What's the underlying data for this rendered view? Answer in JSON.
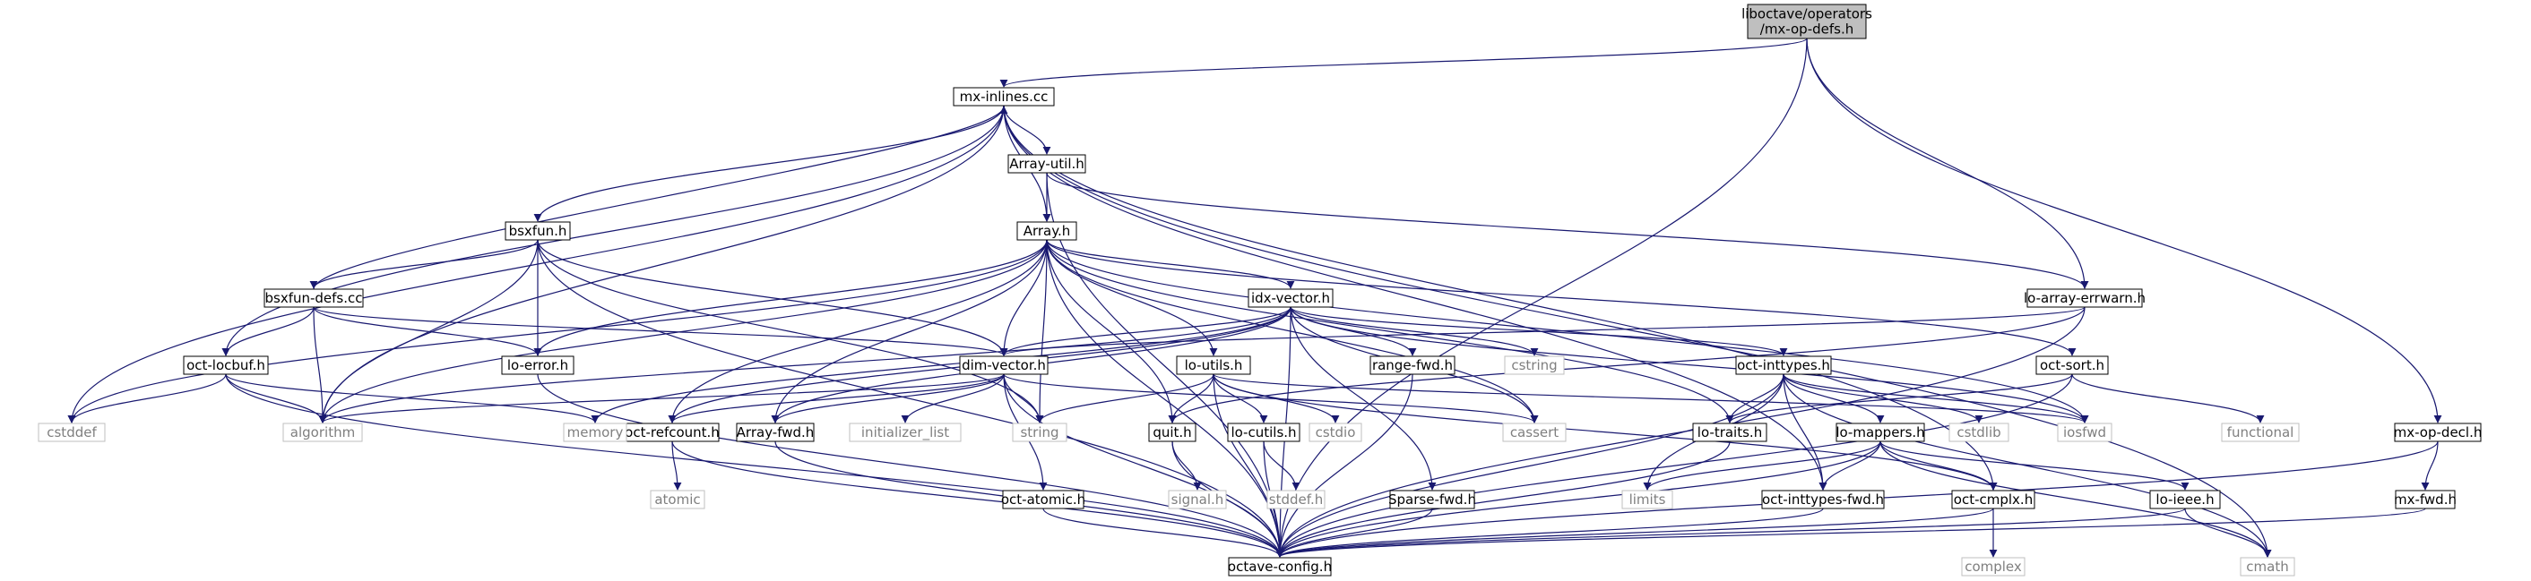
{
  "diagram": {
    "type": "include-dependency-graph",
    "colors": {
      "edge": "#191970",
      "node_border": "#000000",
      "system_border": "#bfbfbf",
      "root_fill": "#bfbfbf",
      "node_fill": "#ffffff",
      "system_text": "#7f7f7f",
      "text": "#000000"
    },
    "nodes": [
      {
        "id": "root",
        "label": "liboctave/operators\n/mx-op-defs.h",
        "kind": "root"
      },
      {
        "id": "mx-inlines",
        "label": "mx-inlines.cc",
        "kind": "file"
      },
      {
        "id": "array-util",
        "label": "Array-util.h",
        "kind": "file"
      },
      {
        "id": "bsxfun",
        "label": "bsxfun.h",
        "kind": "file"
      },
      {
        "id": "array",
        "label": "Array.h",
        "kind": "file"
      },
      {
        "id": "bsxfun-defs",
        "label": "bsxfun-defs.cc",
        "kind": "file"
      },
      {
        "id": "idx-vector",
        "label": "idx-vector.h",
        "kind": "file"
      },
      {
        "id": "lo-array-errwarn",
        "label": "lo-array-errwarn.h",
        "kind": "file"
      },
      {
        "id": "oct-locbuf",
        "label": "oct-locbuf.h",
        "kind": "file"
      },
      {
        "id": "lo-error",
        "label": "lo-error.h",
        "kind": "file"
      },
      {
        "id": "dim-vector",
        "label": "dim-vector.h",
        "kind": "file"
      },
      {
        "id": "lo-utils",
        "label": "lo-utils.h",
        "kind": "file"
      },
      {
        "id": "range-fwd",
        "label": "range-fwd.h",
        "kind": "file"
      },
      {
        "id": "oct-inttypes",
        "label": "oct-inttypes.h",
        "kind": "file"
      },
      {
        "id": "oct-sort",
        "label": "oct-sort.h",
        "kind": "file"
      },
      {
        "id": "mx-op-decl",
        "label": "mx-op-decl.h",
        "kind": "file"
      },
      {
        "id": "oct-refcount",
        "label": "oct-refcount.h",
        "kind": "file"
      },
      {
        "id": "array-fwd",
        "label": "Array-fwd.h",
        "kind": "file"
      },
      {
        "id": "quit",
        "label": "quit.h",
        "kind": "file"
      },
      {
        "id": "lo-cutils",
        "label": "lo-cutils.h",
        "kind": "file"
      },
      {
        "id": "lo-traits",
        "label": "lo-traits.h",
        "kind": "file"
      },
      {
        "id": "lo-mappers",
        "label": "lo-mappers.h",
        "kind": "file"
      },
      {
        "id": "mx-fwd",
        "label": "mx-fwd.h",
        "kind": "file"
      },
      {
        "id": "oct-atomic",
        "label": "oct-atomic.h",
        "kind": "file"
      },
      {
        "id": "sparse-fwd",
        "label": "Sparse-fwd.h",
        "kind": "file"
      },
      {
        "id": "oct-inttypes-fwd",
        "label": "oct-inttypes-fwd.h",
        "kind": "file"
      },
      {
        "id": "oct-cmplx",
        "label": "oct-cmplx.h",
        "kind": "file"
      },
      {
        "id": "lo-ieee",
        "label": "lo-ieee.h",
        "kind": "file"
      },
      {
        "id": "octave-config",
        "label": "octave-config.h",
        "kind": "file"
      },
      {
        "id": "cstddef",
        "label": "cstddef",
        "kind": "system"
      },
      {
        "id": "algorithm",
        "label": "algorithm",
        "kind": "system"
      },
      {
        "id": "memory",
        "label": "memory",
        "kind": "system"
      },
      {
        "id": "string",
        "label": "string",
        "kind": "system"
      },
      {
        "id": "initializer_list",
        "label": "initializer_list",
        "kind": "system"
      },
      {
        "id": "cstring",
        "label": "cstring",
        "kind": "system"
      },
      {
        "id": "cassert",
        "label": "cassert",
        "kind": "system"
      },
      {
        "id": "cstdio",
        "label": "cstdio",
        "kind": "system"
      },
      {
        "id": "iosfwd",
        "label": "iosfwd",
        "kind": "system"
      },
      {
        "id": "cstdlib",
        "label": "cstdlib",
        "kind": "system"
      },
      {
        "id": "functional",
        "label": "functional",
        "kind": "system"
      },
      {
        "id": "atomic",
        "label": "atomic",
        "kind": "system"
      },
      {
        "id": "signal",
        "label": "signal.h",
        "kind": "system"
      },
      {
        "id": "stddef",
        "label": "stddef.h",
        "kind": "system"
      },
      {
        "id": "limits",
        "label": "limits",
        "kind": "system"
      },
      {
        "id": "complex",
        "label": "complex",
        "kind": "system"
      },
      {
        "id": "cmath",
        "label": "cmath",
        "kind": "system"
      }
    ],
    "edges": [
      [
        "root",
        "mx-inlines"
      ],
      [
        "root",
        "lo-array-errwarn"
      ],
      [
        "root",
        "mx-op-decl"
      ],
      [
        "root",
        "octave-config"
      ],
      [
        "mx-inlines",
        "array-util"
      ],
      [
        "mx-inlines",
        "array"
      ],
      [
        "mx-inlines",
        "bsxfun"
      ],
      [
        "mx-inlines",
        "oct-locbuf"
      ],
      [
        "mx-inlines",
        "cstddef"
      ],
      [
        "mx-inlines",
        "algorithm"
      ],
      [
        "mx-inlines",
        "oct-cmplx"
      ],
      [
        "mx-inlines",
        "oct-inttypes-fwd"
      ],
      [
        "mx-inlines",
        "cmath"
      ],
      [
        "array-util",
        "array"
      ],
      [
        "array-util",
        "lo-array-errwarn"
      ],
      [
        "array-util",
        "octave-config"
      ],
      [
        "bsxfun",
        "bsxfun-defs"
      ],
      [
        "bsxfun",
        "lo-error"
      ],
      [
        "bsxfun",
        "dim-vector"
      ],
      [
        "bsxfun",
        "algorithm"
      ],
      [
        "bsxfun",
        "string"
      ],
      [
        "bsxfun",
        "octave-config"
      ],
      [
        "bsxfun-defs",
        "mx-inlines"
      ],
      [
        "bsxfun-defs",
        "oct-locbuf"
      ],
      [
        "bsxfun-defs",
        "lo-error"
      ],
      [
        "bsxfun-defs",
        "dim-vector"
      ],
      [
        "bsxfun-defs",
        "algorithm"
      ],
      [
        "array",
        "idx-vector"
      ],
      [
        "array",
        "lo-error"
      ],
      [
        "array",
        "dim-vector"
      ],
      [
        "array",
        "lo-utils"
      ],
      [
        "array",
        "oct-sort"
      ],
      [
        "array",
        "oct-refcount"
      ],
      [
        "array",
        "array-fwd"
      ],
      [
        "array",
        "quit"
      ],
      [
        "array",
        "lo-traits"
      ],
      [
        "array",
        "string"
      ],
      [
        "array",
        "cassert"
      ],
      [
        "array",
        "cstddef"
      ],
      [
        "array",
        "algorithm"
      ],
      [
        "array",
        "iosfwd"
      ],
      [
        "array",
        "octave-config"
      ],
      [
        "idx-vector",
        "dim-vector"
      ],
      [
        "idx-vector",
        "oct-refcount"
      ],
      [
        "idx-vector",
        "array-fwd"
      ],
      [
        "idx-vector",
        "range-fwd"
      ],
      [
        "idx-vector",
        "oct-inttypes"
      ],
      [
        "idx-vector",
        "sparse-fwd"
      ],
      [
        "idx-vector",
        "algorithm"
      ],
      [
        "idx-vector",
        "memory"
      ],
      [
        "idx-vector",
        "cstring"
      ],
      [
        "idx-vector",
        "cassert"
      ],
      [
        "idx-vector",
        "iosfwd"
      ],
      [
        "idx-vector",
        "octave-config"
      ],
      [
        "lo-array-errwarn",
        "dim-vector"
      ],
      [
        "lo-array-errwarn",
        "quit"
      ],
      [
        "lo-array-errwarn",
        "octave-config"
      ],
      [
        "oct-locbuf",
        "cstddef"
      ],
      [
        "oct-locbuf",
        "algorithm"
      ],
      [
        "oct-locbuf",
        "memory"
      ],
      [
        "oct-locbuf",
        "octave-config"
      ],
      [
        "lo-error",
        "octave-config"
      ],
      [
        "dim-vector",
        "oct-refcount"
      ],
      [
        "dim-vector",
        "array-fwd"
      ],
      [
        "dim-vector",
        "initializer_list"
      ],
      [
        "dim-vector",
        "string"
      ],
      [
        "dim-vector",
        "algorithm"
      ],
      [
        "dim-vector",
        "cassert"
      ],
      [
        "dim-vector",
        "oct-atomic"
      ],
      [
        "dim-vector",
        "octave-config"
      ],
      [
        "lo-utils",
        "quit"
      ],
      [
        "lo-utils",
        "lo-cutils"
      ],
      [
        "lo-utils",
        "cstdio"
      ],
      [
        "lo-utils",
        "string"
      ],
      [
        "lo-utils",
        "iosfwd"
      ],
      [
        "lo-utils",
        "oct-cmplx"
      ],
      [
        "lo-utils",
        "octave-config"
      ],
      [
        "range-fwd",
        "octave-config"
      ],
      [
        "oct-inttypes",
        "lo-traits"
      ],
      [
        "oct-inttypes",
        "lo-mappers"
      ],
      [
        "oct-inttypes",
        "oct-inttypes-fwd"
      ],
      [
        "oct-inttypes",
        "limits"
      ],
      [
        "oct-inttypes",
        "cstdlib"
      ],
      [
        "oct-inttypes",
        "iosfwd"
      ],
      [
        "oct-inttypes",
        "cmath"
      ],
      [
        "oct-inttypes",
        "octave-config"
      ],
      [
        "oct-sort",
        "lo-traits"
      ],
      [
        "oct-sort",
        "functional"
      ],
      [
        "oct-sort",
        "octave-config"
      ],
      [
        "mx-op-decl",
        "mx-fwd"
      ],
      [
        "mx-op-decl",
        "octave-config"
      ],
      [
        "oct-refcount",
        "atomic"
      ],
      [
        "oct-refcount",
        "octave-config"
      ],
      [
        "array-fwd",
        "octave-config"
      ],
      [
        "quit",
        "signal"
      ],
      [
        "quit",
        "octave-config"
      ],
      [
        "lo-cutils",
        "stddef"
      ],
      [
        "lo-cutils",
        "octave-config"
      ],
      [
        "lo-traits",
        "octave-config"
      ],
      [
        "lo-mappers",
        "lo-ieee"
      ],
      [
        "lo-mappers",
        "oct-cmplx"
      ],
      [
        "lo-mappers",
        "oct-inttypes-fwd"
      ],
      [
        "lo-mappers",
        "limits"
      ],
      [
        "lo-mappers",
        "cmath"
      ],
      [
        "lo-mappers",
        "octave-config"
      ],
      [
        "mx-fwd",
        "octave-config"
      ],
      [
        "oct-atomic",
        "octave-config"
      ],
      [
        "sparse-fwd",
        "octave-config"
      ],
      [
        "oct-inttypes-fwd",
        "octave-config"
      ],
      [
        "oct-cmplx",
        "complex"
      ],
      [
        "oct-cmplx",
        "octave-config"
      ],
      [
        "lo-ieee",
        "cmath"
      ],
      [
        "lo-ieee",
        "octave-config"
      ]
    ]
  }
}
